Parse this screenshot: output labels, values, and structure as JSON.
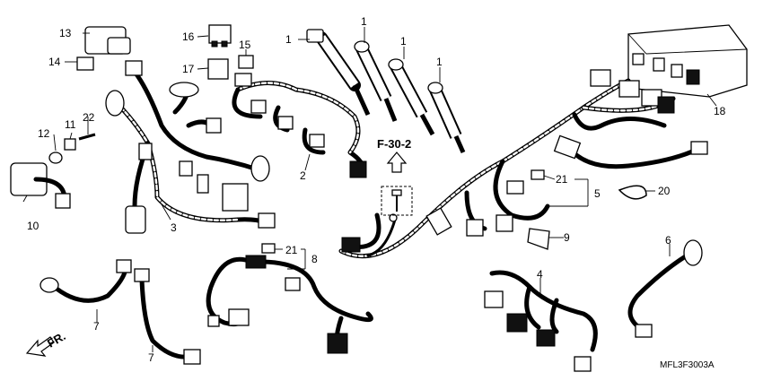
{
  "labels": {
    "p1a": "1",
    "p1b": "1",
    "p1c": "1",
    "p1d": "1",
    "p2": "2",
    "p3": "3",
    "p4": "4",
    "p5": "5",
    "p6": "6",
    "p7a": "7",
    "p7b": "7",
    "p8": "8",
    "p9": "9",
    "p10": "10",
    "p11": "11",
    "p12": "12",
    "p13": "13",
    "p14": "14",
    "p15": "15",
    "p16": "16",
    "p17": "17",
    "p18": "18",
    "p20": "20",
    "p21a": "21",
    "p21b": "21",
    "p22": "22"
  },
  "reference": "F-30-2",
  "direction": "FR.",
  "diagram_code": "MFL3F3003A",
  "icons": [
    "forward-arrow-icon",
    "up-arrow-icon"
  ]
}
